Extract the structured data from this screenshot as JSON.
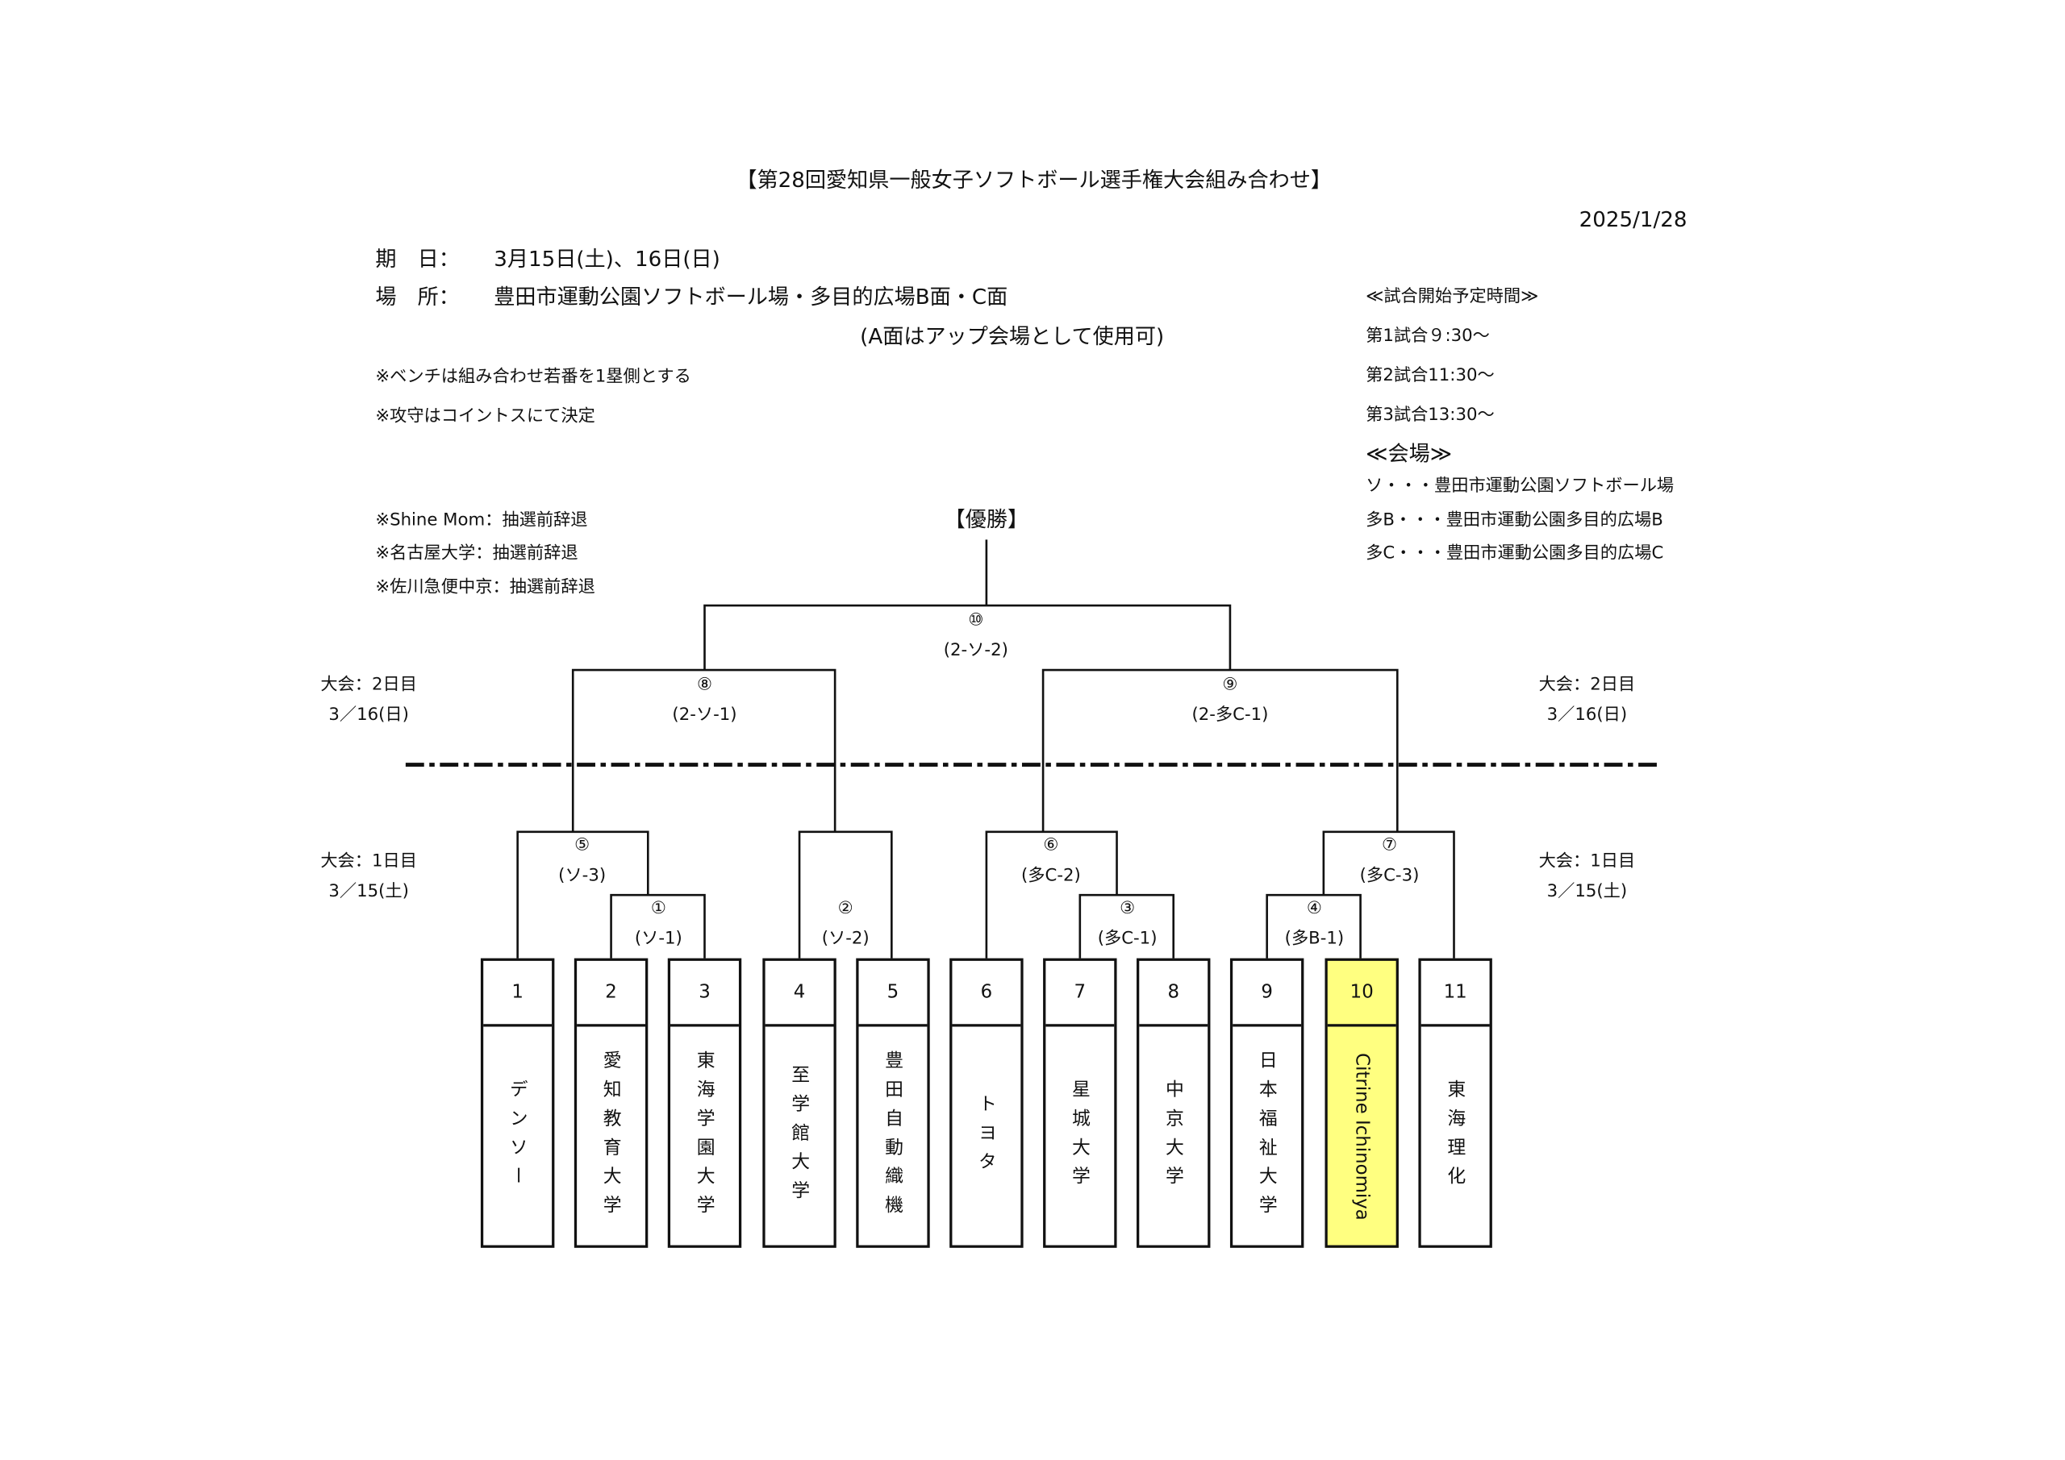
{
  "title": "【第28回愛知県一般女子ソフトボール選手権大会組み合わせ】",
  "date": "2025/1/28",
  "info": {
    "period_label": "期　日：",
    "period_value": "3月15日(土)、16日(日)",
    "place_label": "場　所：",
    "place_value": "豊田市運動公園ソフトボール場・多目的広場B面・C面",
    "place_note": "(A面はアップ会場として使用可)",
    "note1": "※ベンチは組み合わせ若番を1塁側とする",
    "note2": "※攻守はコイントスにて決定"
  },
  "schedule": {
    "heading": "≪試合開始予定時間≫",
    "times": [
      "第1試合９:30〜",
      "第2試合11:30〜",
      "第3試合13:30〜"
    ]
  },
  "venues": {
    "heading": "≪会場≫",
    "items": [
      "ソ・・・豊田市運動公園ソフトボール場",
      "多B・・・豊田市運動公園多目的広場B",
      "多C・・・豊田市運動公園多目的広場C"
    ]
  },
  "withdrawals": [
    "※Shine Mom：抽選前辞退",
    "※名古屋大学：抽選前辞退",
    "※佐川急便中京：抽選前辞退"
  ],
  "champion_label": "【優勝】",
  "day_labels": {
    "day2": "大会：2日目",
    "day2_date": "3／16(日)",
    "day1": "大会：1日目",
    "day1_date": "3／15(土)"
  },
  "matches": {
    "m10": {
      "no": "⑩",
      "venue": "(2-ソ-2)"
    },
    "m8": {
      "no": "⑧",
      "venue": "(2-ソ-1)"
    },
    "m9": {
      "no": "⑨",
      "venue": "(2-多C-1)"
    },
    "m5": {
      "no": "⑤",
      "venue": "(ソ-3)"
    },
    "m1": {
      "no": "①",
      "venue": "(ソ-1)"
    },
    "m2": {
      "no": "②",
      "venue": "(ソ-2)"
    },
    "m6": {
      "no": "⑥",
      "venue": "(多C-2)"
    },
    "m3": {
      "no": "③",
      "venue": "(多C-1)"
    },
    "m7": {
      "no": "⑦",
      "venue": "(多C-3)"
    },
    "m4": {
      "no": "④",
      "venue": "(多B-1)"
    }
  },
  "teams": [
    {
      "no": "1",
      "name": "デンソー"
    },
    {
      "no": "2",
      "name": "愛知教育大学"
    },
    {
      "no": "3",
      "name": "東海学園大学"
    },
    {
      "no": "4",
      "name": "至学館大学"
    },
    {
      "no": "5",
      "name": "豊田自動織機"
    },
    {
      "no": "6",
      "name": "トヨタ"
    },
    {
      "no": "7",
      "name": "星城大学"
    },
    {
      "no": "8",
      "name": "中京大学"
    },
    {
      "no": "9",
      "name": "日本福祉大学"
    },
    {
      "no": "10",
      "name": "Citrine Ichinomiya"
    },
    {
      "no": "11",
      "name": "東海理化"
    }
  ],
  "colors": {
    "highlight": "#ffff80",
    "line": "#111111"
  }
}
